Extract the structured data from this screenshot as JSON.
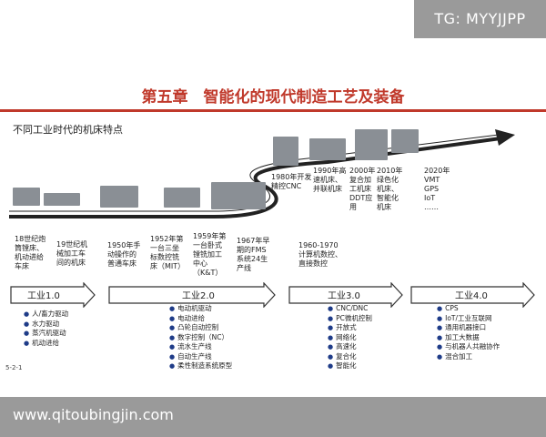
{
  "watermark_top": "TG: MYYJJPP",
  "watermark_bottom": "www.qitoubingjin.com",
  "title": "第五章　智能化的现代制造工艺及装备",
  "subtitle": "不同工业时代的机床特点",
  "footnote": "5-2-1",
  "eras": [
    {
      "label": "工业1.0",
      "bullets": [
        "人/畜力驱动",
        "水力驱动",
        "蒸汽机驱动",
        "机动进给"
      ]
    },
    {
      "label": "工业2.0",
      "bullets": [
        "电动机驱动",
        "电动进给",
        "凸轮自动控制",
        "数字控制（NC）",
        "流水生产线",
        "自动生产线",
        "柔性制造系统原型"
      ]
    },
    {
      "label": "工业3.0",
      "bullets": [
        "CNC/DNC",
        "PC微机控制",
        "开放式",
        "网络化",
        "高速化",
        "复合化",
        "智能化"
      ]
    },
    {
      "label": "工业4.0",
      "bullets": [
        "CPS",
        "IoT/工业互联网",
        "通用机器接口",
        "加工大数据",
        "与机器人共融协作",
        "混合加工"
      ]
    }
  ],
  "timeline_notes": [
    "18世纪炮\n筒镗床、\n机动进给\n车床",
    "19世纪机\n械加工车\n间的机床",
    "1950年手\n动操作的\n普通车床",
    "1952年第\n一台三坐\n标数控铣\n床（MIT）",
    "1959年第\n一台卧式\n镗铣加工\n中心\n（K&T）",
    "1967年早\n期的FMS\n系统24生\n产线",
    "1960-1970\n计算机数控、\n直接数控"
  ],
  "upper_notes": [
    "1980年开发\n精控CNC",
    "1990年高\n速机床、\n并联机床",
    "2000年\n复合加\n工机床\nDDT应\n用",
    "2010年\n绿色化\n机床、\n智能化\n机床",
    "2020年\nVMT\nGPS\nIoT\n……"
  ],
  "colors": {
    "accent": "#c0392b",
    "bullet": "#1f3c88",
    "watermark": "#9a9a9a",
    "arrow": "#222222"
  }
}
